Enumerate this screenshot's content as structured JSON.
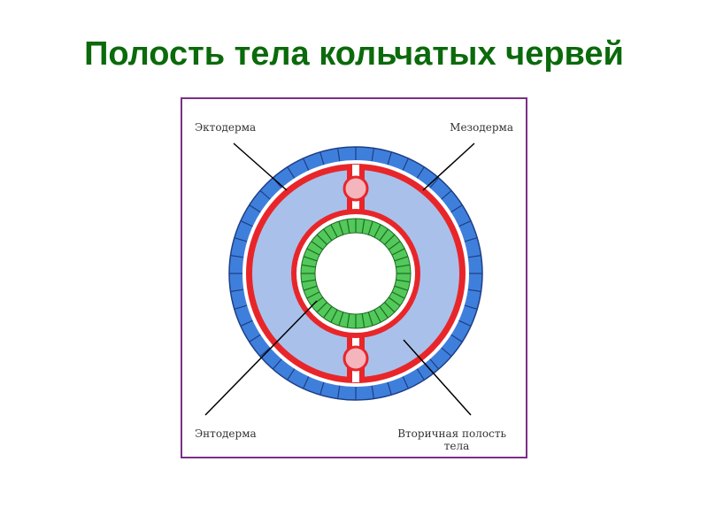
{
  "slide": {
    "title": "Полость тела кольчатых червей"
  },
  "diagram": {
    "labels": {
      "ectoderm": "Эктодерма",
      "mesoderm": "Мезодерма",
      "endoderm": "Энтодерма",
      "secondary_cavity_line1": "Вторичная полость",
      "secondary_cavity_line2": "тела"
    },
    "colors": {
      "ectoderm": "#3f7fdc",
      "mesoderm": "#e8262a",
      "coelom": "#a9c1ea",
      "endoderm": "#52c95a",
      "mesentery_node": "#f5b5bd",
      "frame": "#7b2f86",
      "title": "#0b6a0b"
    }
  }
}
